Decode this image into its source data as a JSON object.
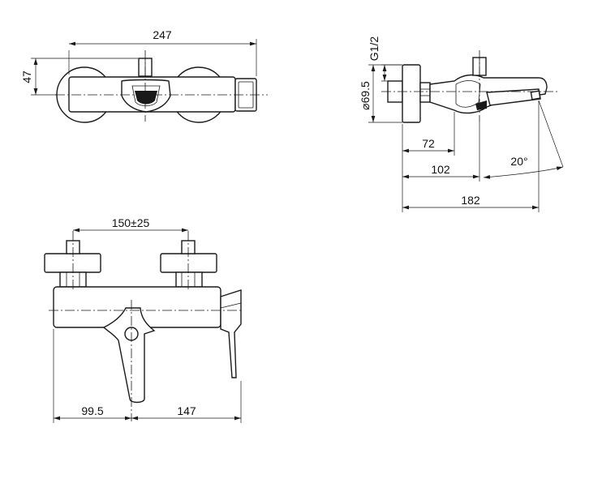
{
  "views": {
    "top": {
      "dim_width": "247",
      "dim_height": "47"
    },
    "side": {
      "dim_thread": "G1/2",
      "dim_diameter": "69.5",
      "dim_diameter_symbol": "⌀",
      "dim_72": "72",
      "dim_102": "102",
      "dim_182": "182",
      "dim_angle": "20°"
    },
    "front": {
      "dim_spacing": "150±25",
      "dim_left": "99.5",
      "dim_right": "147"
    }
  }
}
